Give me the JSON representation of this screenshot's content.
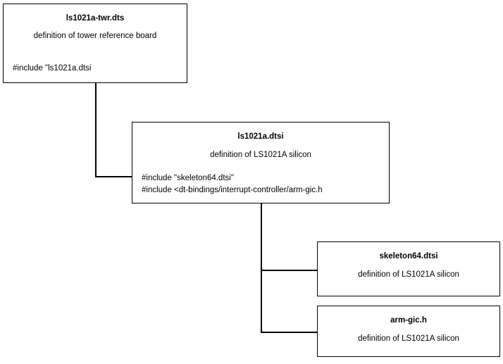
{
  "diagram": {
    "background_color": "#ffffff",
    "line_color": "#000000",
    "text_color": "#000000",
    "nodes": [
      {
        "id": "ls1021a-twr-dts",
        "title": "ls1021a-twr.dts",
        "description": "definition of tower reference board",
        "includes": [
          "#include \"ls1021a.dtsi"
        ]
      },
      {
        "id": "ls1021a-dtsi",
        "title": "ls1021a.dtsi",
        "description": "definition of LS1021A silicon",
        "includes": [
          "#include \"skeleton64.dtsi\"",
          "#include <dt-bindings/interrupt-controller/arm-gic.h"
        ]
      },
      {
        "id": "skeleton64-dtsi",
        "title": "skeleton64.dtsi",
        "description": "definition of LS1021A silicon",
        "includes": []
      },
      {
        "id": "arm-gic-h",
        "title": "arm-gic.h",
        "description": "definition of LS1021A silicon",
        "includes": []
      }
    ],
    "edges": [
      {
        "from": "ls1021a-twr-dts",
        "to": "ls1021a-dtsi"
      },
      {
        "from": "ls1021a-dtsi",
        "to": "skeleton64-dtsi"
      },
      {
        "from": "ls1021a-dtsi",
        "to": "arm-gic-h"
      }
    ]
  }
}
